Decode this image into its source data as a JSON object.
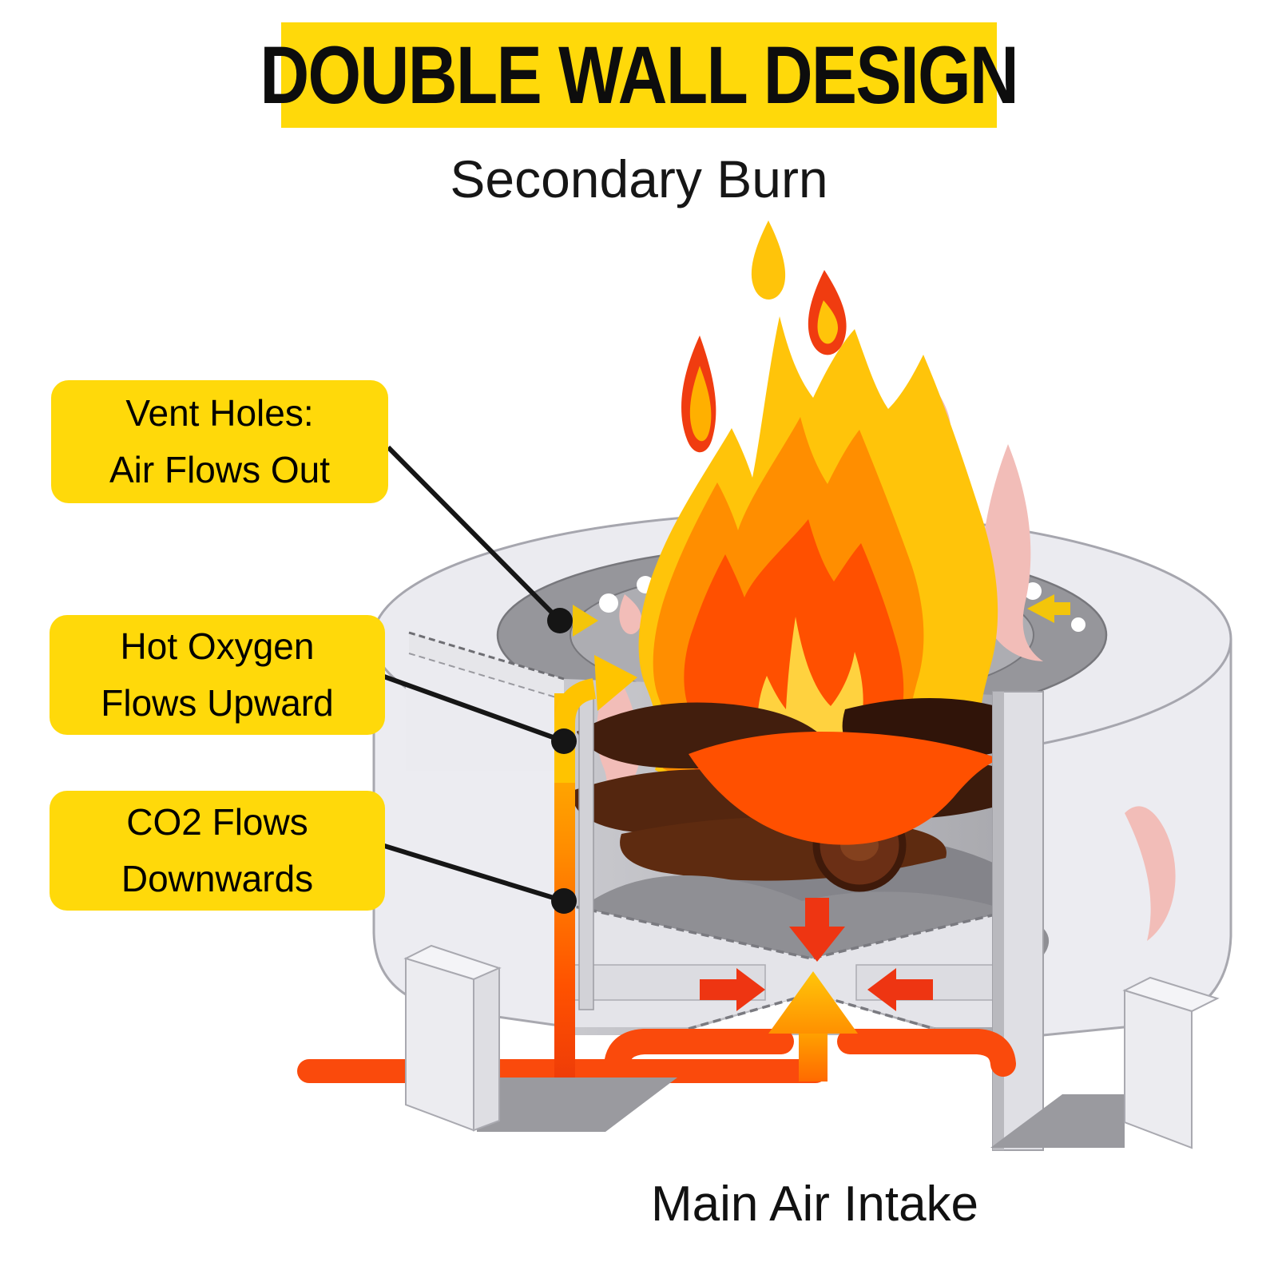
{
  "title_banner": {
    "text": "DOUBLE WALL DESIGN"
  },
  "subtitle": {
    "text": "Secondary Burn"
  },
  "callouts": [
    {
      "id": "vent-holes",
      "lines": [
        "Vent Holes:",
        "Air Flows Out"
      ]
    },
    {
      "id": "hot-oxygen",
      "lines": [
        "Hot Oxygen",
        "Flows Upward"
      ]
    },
    {
      "id": "co2",
      "lines": [
        "CO2 Flows",
        "Downwards"
      ]
    }
  ],
  "caption": {
    "text": "Main Air Intake"
  },
  "colors": {
    "accent_yellow": "#FFD90A",
    "vent_yellow": "#F3C50A",
    "flame_yellow": "#FFC40A",
    "flame_orange": "#FF8E00",
    "flame_red": "#FF5000",
    "flame_core": "#FFD23F",
    "flow_orange": "#FA4A0C",
    "arrow_red": "#EE3512",
    "smoke_pink": "#F2BDB8",
    "steel_light": "#ECECF1",
    "steel_ring": "#96969B",
    "ink": "#141414"
  }
}
